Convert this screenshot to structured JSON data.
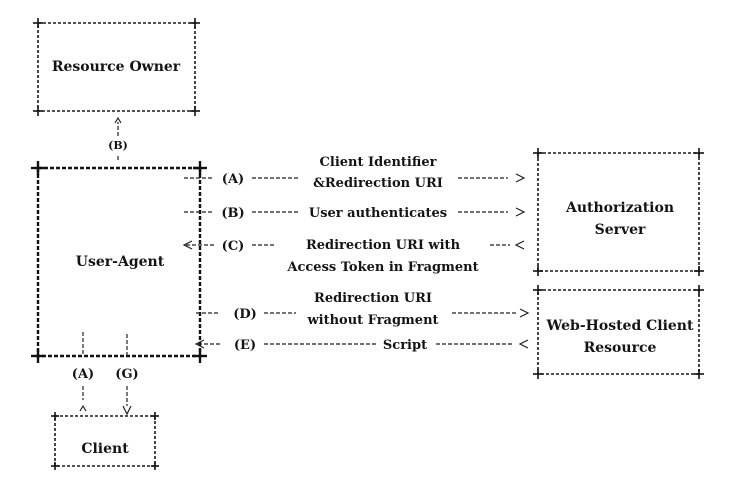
{
  "nodes": {
    "resource_owner": "Resource Owner",
    "user_agent": "User-Agent",
    "authorization_server_line1": "Authorization",
    "authorization_server_line2": "Server",
    "web_client_line1": "Web-Hosted Client",
    "web_client_line2": "Resource",
    "client": "Client"
  },
  "flows": {
    "a": {
      "step": "(A)",
      "line1": "Client Identifier",
      "line2": "&Redirection URI"
    },
    "b": {
      "step": "(B)",
      "line1": "User authenticates"
    },
    "b_owner": {
      "step": "(B)"
    },
    "c": {
      "step": "(C)",
      "line1": "Redirection URI with",
      "line2": "Access Token in Fragment"
    },
    "d": {
      "step": "(D)",
      "line1": "Redirection URI",
      "line2": "without Fragment"
    },
    "e": {
      "step": "(E)",
      "line1": "Script"
    },
    "client_a": {
      "step": "(A)"
    },
    "client_g": {
      "step": "(G)"
    }
  }
}
